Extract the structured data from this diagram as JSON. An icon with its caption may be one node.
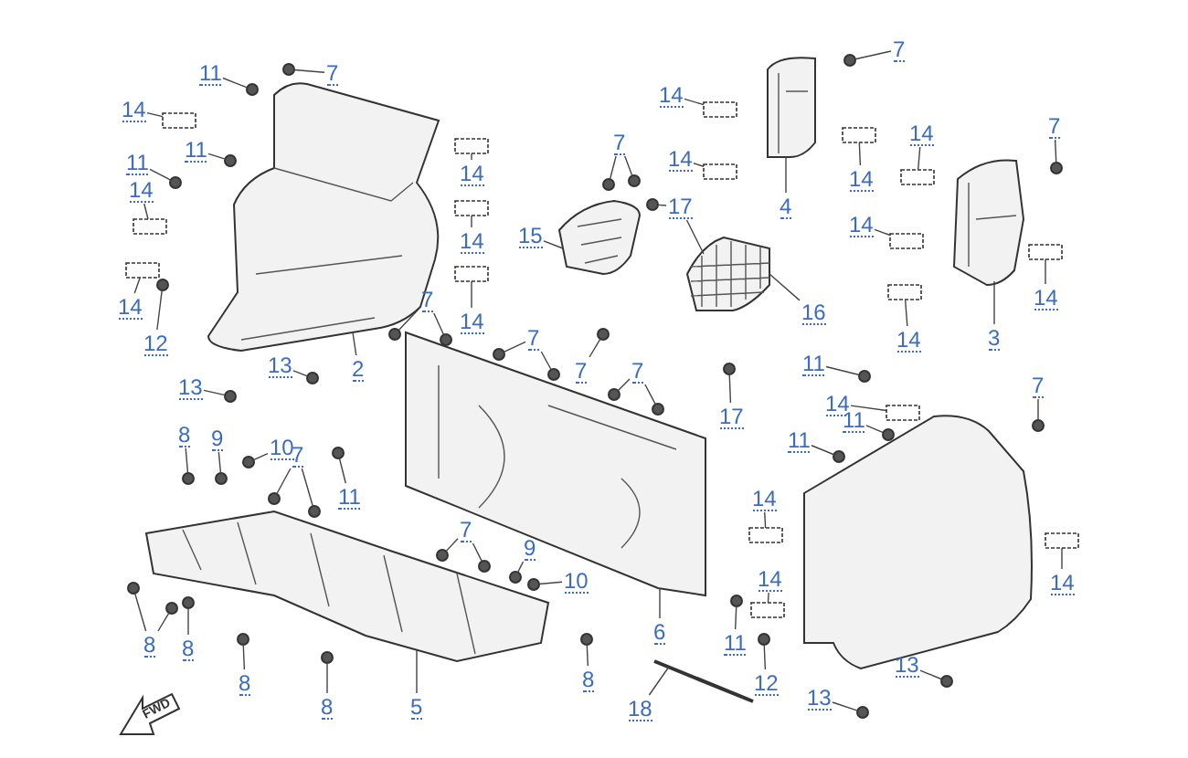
{
  "diagram": {
    "nodes": [
      {
        "text": [
          "11"
        ]
      },
      {
        "text": [
          "7"
        ]
      },
      {
        "text": [
          "14"
        ]
      },
      {
        "text": [
          "11"
        ]
      },
      {
        "text": [
          "11"
        ]
      },
      {
        "text": [
          "14"
        ]
      },
      {
        "text": [
          "14"
        ]
      },
      {
        "text": [
          "14"
        ]
      },
      {
        "text": [
          "14"
        ]
      },
      {
        "text": [
          "12"
        ]
      },
      {
        "text": [
          "14"
        ]
      },
      {
        "text": [
          "2"
        ]
      },
      {
        "text": [
          "13"
        ]
      },
      {
        "text": [
          "13"
        ]
      },
      {
        "text": [
          "7"
        ]
      },
      {
        "text": [
          "15"
        ]
      },
      {
        "text": [
          "7"
        ]
      },
      {
        "text": [
          "7"
        ]
      },
      {
        "text": [
          "7"
        ]
      },
      {
        "text": [
          "7"
        ]
      },
      {
        "text": [
          "17"
        ]
      },
      {
        "text": [
          "17"
        ]
      },
      {
        "text": [
          "16"
        ]
      },
      {
        "text": [
          "14"
        ]
      },
      {
        "text": [
          "7"
        ]
      },
      {
        "text": [
          "14"
        ]
      },
      {
        "text": [
          "4"
        ]
      },
      {
        "text": [
          "14"
        ]
      },
      {
        "text": [
          "14"
        ]
      },
      {
        "text": [
          "7"
        ]
      },
      {
        "text": [
          "14"
        ]
      },
      {
        "text": [
          "14"
        ]
      },
      {
        "text": [
          "14"
        ]
      },
      {
        "text": [
          "3"
        ]
      },
      {
        "text": [
          "11"
        ]
      },
      {
        "text": [
          "7"
        ]
      },
      {
        "text": [
          "14"
        ]
      },
      {
        "text": [
          "11"
        ]
      },
      {
        "text": [
          "11"
        ]
      },
      {
        "text": [
          "14"
        ]
      },
      {
        "text": [
          "14"
        ]
      },
      {
        "text": [
          "14"
        ]
      },
      {
        "text": [
          "6"
        ]
      },
      {
        "text": [
          "11"
        ]
      },
      {
        "text": [
          "12"
        ]
      },
      {
        "text": [
          "13"
        ]
      },
      {
        "text": [
          "13"
        ]
      },
      {
        "text": [
          "18"
        ]
      },
      {
        "text": [
          "8"
        ]
      },
      {
        "text": [
          "9"
        ]
      },
      {
        "text": [
          "10"
        ]
      },
      {
        "text": [
          "7"
        ]
      },
      {
        "text": [
          "11"
        ]
      },
      {
        "text": [
          "8"
        ]
      },
      {
        "text": [
          "8"
        ]
      },
      {
        "text": [
          "8"
        ]
      },
      {
        "text": [
          "8"
        ]
      },
      {
        "text": [
          "5"
        ]
      },
      {
        "text": [
          "7"
        ]
      },
      {
        "text": [
          "9"
        ]
      },
      {
        "text": [
          "10"
        ]
      },
      {
        "text": [
          "8"
        ]
      },
      {
        "text": [],
        "shape": "picture"
      },
      {
        "text": [],
        "shape": "picture"
      },
      {
        "text": [],
        "shape": "picture"
      },
      {
        "text": [],
        "shape": "picture"
      },
      {
        "text": [],
        "shape": "picture"
      },
      {
        "text": [],
        "shape": "picture"
      },
      {
        "text": [],
        "shape": "picture"
      },
      {
        "text": [],
        "shape": "picture"
      },
      {
        "text": [],
        "shape": "circle"
      },
      {
        "text": [],
        "shape": "circle"
      },
      {
        "text": [],
        "shape": "box"
      },
      {
        "text": [],
        "shape": "circle"
      },
      {
        "text": [],
        "shape": "circle"
      },
      {
        "text": [],
        "shape": "box"
      },
      {
        "text": [],
        "shape": "box"
      },
      {
        "text": [],
        "shape": "box"
      },
      {
        "text": [],
        "shape": "box"
      },
      {
        "text": [],
        "shape": "circle"
      },
      {
        "text": [],
        "shape": "box"
      },
      {
        "text": [],
        "shape": "circle"
      },
      {
        "text": [],
        "shape": "circle"
      },
      {
        "text": [],
        "shape": "circle"
      },
      {
        "text": [],
        "shape": "circle"
      },
      {
        "text": [],
        "shape": "circle"
      },
      {
        "text": [],
        "shape": "circle"
      },
      {
        "text": [],
        "shape": "circle"
      },
      {
        "text": [],
        "shape": "circle"
      },
      {
        "text": [],
        "shape": "circle"
      },
      {
        "text": [],
        "shape": "circle"
      },
      {
        "text": [],
        "shape": "circle"
      },
      {
        "text": [],
        "shape": "circle"
      },
      {
        "text": [],
        "shape": "circle"
      },
      {
        "text": [],
        "shape": "box"
      },
      {
        "text": [],
        "shape": "circle"
      },
      {
        "text": [],
        "shape": "box"
      },
      {
        "text": [],
        "shape": "box"
      },
      {
        "text": [],
        "shape": "box"
      },
      {
        "text": [],
        "shape": "circle"
      },
      {
        "text": [],
        "shape": "box"
      },
      {
        "text": [],
        "shape": "box"
      },
      {
        "text": [],
        "shape": "box"
      },
      {
        "text": [],
        "shape": "circle"
      },
      {
        "text": [],
        "shape": "circle"
      },
      {
        "text": [],
        "shape": "box"
      },
      {
        "text": [],
        "shape": "circle"
      },
      {
        "text": [],
        "shape": "circle"
      },
      {
        "text": [],
        "shape": "box"
      },
      {
        "text": [],
        "shape": "box"
      },
      {
        "text": [],
        "shape": "box"
      },
      {
        "text": [],
        "shape": "circle"
      },
      {
        "text": [],
        "shape": "circle"
      },
      {
        "text": [],
        "shape": "circle"
      },
      {
        "text": [],
        "shape": "circle"
      },
      {
        "text": [],
        "shape": "circle"
      },
      {
        "text": [],
        "shape": "circle"
      },
      {
        "text": [],
        "shape": "circle"
      },
      {
        "text": [],
        "shape": "circle"
      },
      {
        "text": [],
        "shape": "circle"
      },
      {
        "text": [],
        "shape": "circle"
      },
      {
        "text": [],
        "shape": "circle"
      },
      {
        "text": [],
        "shape": "circle"
      },
      {
        "text": [],
        "shape": "circle"
      },
      {
        "text": [],
        "shape": "circle"
      },
      {
        "text": [],
        "shape": "circle"
      },
      {
        "text": [],
        "shape": "circle"
      },
      {
        "text": [],
        "shape": "circle"
      },
      {
        "text": [],
        "shape": "circle"
      },
      {
        "text": [],
        "shape": "circle"
      },
      {
        "text": [],
        "shape": "circle"
      }
    ],
    "edges": [
      {
        "from": 0,
        "to": 70,
        "arrow": "none"
      },
      {
        "from": 1,
        "to": 71,
        "arrow": "none"
      },
      {
        "from": 2,
        "to": 72,
        "arrow": "none"
      },
      {
        "from": 3,
        "to": 73,
        "arrow": "none"
      },
      {
        "from": 4,
        "to": 74,
        "arrow": "none"
      },
      {
        "from": 5,
        "to": 75,
        "arrow": "none"
      },
      {
        "from": 6,
        "to": 76,
        "arrow": "none"
      },
      {
        "from": 7,
        "to": 77,
        "arrow": "none"
      },
      {
        "from": 8,
        "to": 78,
        "arrow": "none"
      },
      {
        "from": 9,
        "to": 79,
        "arrow": "none"
      },
      {
        "from": 10,
        "to": 80,
        "arrow": "none"
      },
      {
        "from": 11,
        "to": 62,
        "arrow": "none"
      },
      {
        "from": 12,
        "to": 81,
        "arrow": "none"
      },
      {
        "from": 13,
        "to": 82,
        "arrow": "none"
      },
      {
        "from": 14,
        "to": 83,
        "arrow": "none"
      },
      {
        "from": 14,
        "to": 84,
        "arrow": "none"
      },
      {
        "from": 15,
        "to": 65,
        "arrow": "none"
      },
      {
        "from": 16,
        "to": 85,
        "arrow": "none"
      },
      {
        "from": 16,
        "to": 86,
        "arrow": "none"
      },
      {
        "from": 17,
        "to": 87,
        "arrow": "none"
      },
      {
        "from": 17,
        "to": 88,
        "arrow": "none"
      },
      {
        "from": 18,
        "to": 89,
        "arrow": "none"
      },
      {
        "from": 19,
        "to": 90,
        "arrow": "none"
      },
      {
        "from": 19,
        "to": 91,
        "arrow": "none"
      },
      {
        "from": 20,
        "to": 92,
        "arrow": "none"
      },
      {
        "from": 20,
        "to": 66,
        "arrow": "none"
      },
      {
        "from": 21,
        "to": 93,
        "arrow": "none"
      },
      {
        "from": 22,
        "to": 66,
        "arrow": "none"
      },
      {
        "from": 23,
        "to": 94,
        "arrow": "none"
      },
      {
        "from": 24,
        "to": 95,
        "arrow": "none"
      },
      {
        "from": 25,
        "to": 96,
        "arrow": "none"
      },
      {
        "from": 26,
        "to": 63,
        "arrow": "none"
      },
      {
        "from": 27,
        "to": 97,
        "arrow": "none"
      },
      {
        "from": 28,
        "to": 98,
        "arrow": "none"
      },
      {
        "from": 29,
        "to": 99,
        "arrow": "none"
      },
      {
        "from": 30,
        "to": 100,
        "arrow": "none"
      },
      {
        "from": 31,
        "to": 101,
        "arrow": "none"
      },
      {
        "from": 32,
        "to": 102,
        "arrow": "none"
      },
      {
        "from": 33,
        "to": 64,
        "arrow": "none"
      },
      {
        "from": 34,
        "to": 103,
        "arrow": "none"
      },
      {
        "from": 35,
        "to": 104,
        "arrow": "none"
      },
      {
        "from": 36,
        "to": 105,
        "arrow": "none"
      },
      {
        "from": 37,
        "to": 106,
        "arrow": "none"
      },
      {
        "from": 38,
        "to": 107,
        "arrow": "none"
      },
      {
        "from": 39,
        "to": 108,
        "arrow": "none"
      },
      {
        "from": 40,
        "to": 109,
        "arrow": "none"
      },
      {
        "from": 41,
        "to": 110,
        "arrow": "none"
      },
      {
        "from": 42,
        "to": 67,
        "arrow": "none"
      },
      {
        "from": 43,
        "to": 111,
        "arrow": "none"
      },
      {
        "from": 44,
        "to": 112,
        "arrow": "none"
      },
      {
        "from": 45,
        "to": 113,
        "arrow": "none"
      },
      {
        "from": 46,
        "to": 114,
        "arrow": "none"
      },
      {
        "from": 47,
        "to": 68,
        "arrow": "none"
      },
      {
        "from": 48,
        "to": 115,
        "arrow": "none"
      },
      {
        "from": 49,
        "to": 116,
        "arrow": "none"
      },
      {
        "from": 50,
        "to": 117,
        "arrow": "none"
      },
      {
        "from": 51,
        "to": 118,
        "arrow": "none"
      },
      {
        "from": 51,
        "to": 119,
        "arrow": "none"
      },
      {
        "from": 52,
        "to": 120,
        "arrow": "none"
      },
      {
        "from": 53,
        "to": 121,
        "arrow": "none"
      },
      {
        "from": 53,
        "to": 122,
        "arrow": "none"
      },
      {
        "from": 54,
        "to": 123,
        "arrow": "none"
      },
      {
        "from": 55,
        "to": 124,
        "arrow": "none"
      },
      {
        "from": 56,
        "to": 125,
        "arrow": "none"
      },
      {
        "from": 57,
        "to": 69,
        "arrow": "none"
      },
      {
        "from": 58,
        "to": 126,
        "arrow": "none"
      },
      {
        "from": 58,
        "to": 127,
        "arrow": "none"
      },
      {
        "from": 59,
        "to": 128,
        "arrow": "none"
      },
      {
        "from": 60,
        "to": 129,
        "arrow": "none"
      },
      {
        "from": 61,
        "to": 130,
        "arrow": "none"
      }
    ],
    "labels": [
      "FWD"
    ]
  }
}
